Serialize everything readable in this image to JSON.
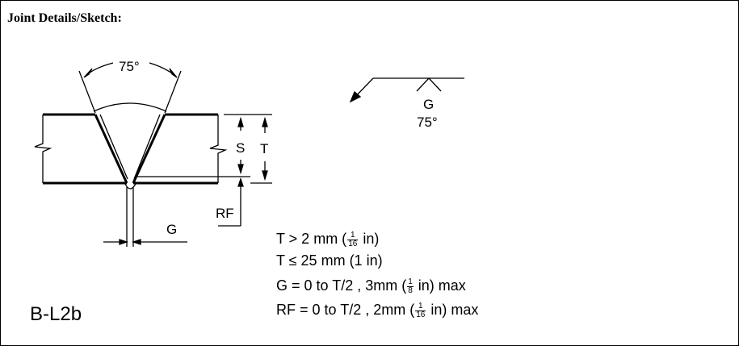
{
  "header": {
    "title": "Joint Details/Sketch:"
  },
  "sketch": {
    "groove_angle": "75°",
    "label_s": "S",
    "label_t": "T",
    "label_rf": "RF",
    "label_g": "G"
  },
  "symbol": {
    "label_g": "G",
    "angle": "75°"
  },
  "formulas": {
    "t_min": {
      "prefix": "T > 2 mm (",
      "num": "1",
      "den": "16",
      "suffix": " in)"
    },
    "t_max": {
      "text": "T ≤ 25 mm (1 in)"
    },
    "g": {
      "prefix": "G = 0 to T/2 , 3mm (",
      "num": "1",
      "den": "8",
      "suffix": " in) max"
    },
    "rf": {
      "prefix": "RF = 0 to T/2 , 2mm (",
      "num": "1",
      "den": "16",
      "suffix": " in) max"
    }
  },
  "joint_id": "B-L2b"
}
